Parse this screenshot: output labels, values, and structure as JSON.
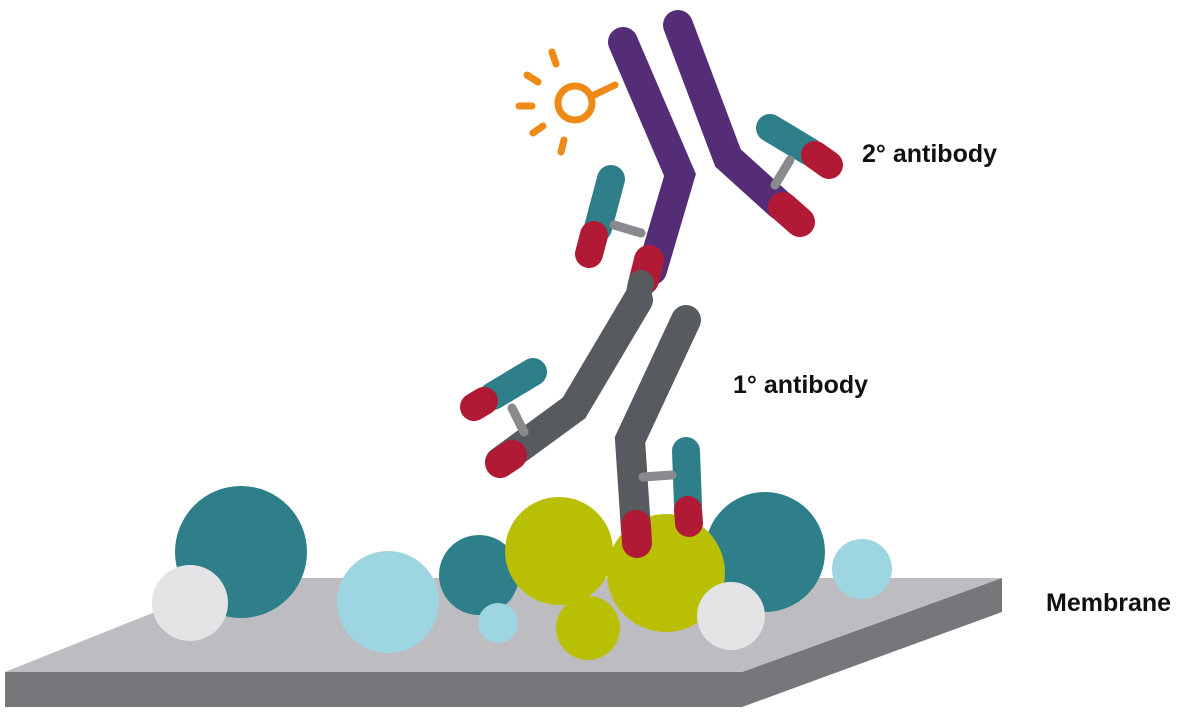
{
  "title": "Indirect detection: primary and secondary antibody binding to antigen on membrane",
  "labels": {
    "secondary_antibody": "2° antibody",
    "primary_antibody": "1° antibody",
    "membrane": "Membrane"
  },
  "components": [
    {
      "name": "enzyme-label",
      "depicts": "sun-icon",
      "color": "#ef8a17"
    },
    {
      "name": "secondary-antibody",
      "color": "#552d77"
    },
    {
      "name": "primary-antibody",
      "color": "#575a5e"
    },
    {
      "name": "light-chain",
      "colors": [
        "#2e7f8a",
        "#b11a35"
      ]
    },
    {
      "name": "antigen",
      "color": "#b9c003"
    },
    {
      "name": "membrane-proteins",
      "colors": [
        "#2e7f8a",
        "#9dd5e0",
        "#e4e4e6"
      ]
    },
    {
      "name": "membrane",
      "colors": [
        "#bdbdc1",
        "#77777b"
      ]
    }
  ],
  "colors": {
    "purple": "#552d77",
    "gray_heavy": "#575a5e",
    "teal": "#2e7f8a",
    "red": "#b11a35",
    "disulfide": "#8a8a8e",
    "orange": "#ef8a17",
    "lime": "#b9c003",
    "light_blue": "#9dd5e0",
    "pale_gray": "#e4e4e6",
    "membrane_top": "#bdbdc1",
    "membrane_side": "#77777b"
  }
}
